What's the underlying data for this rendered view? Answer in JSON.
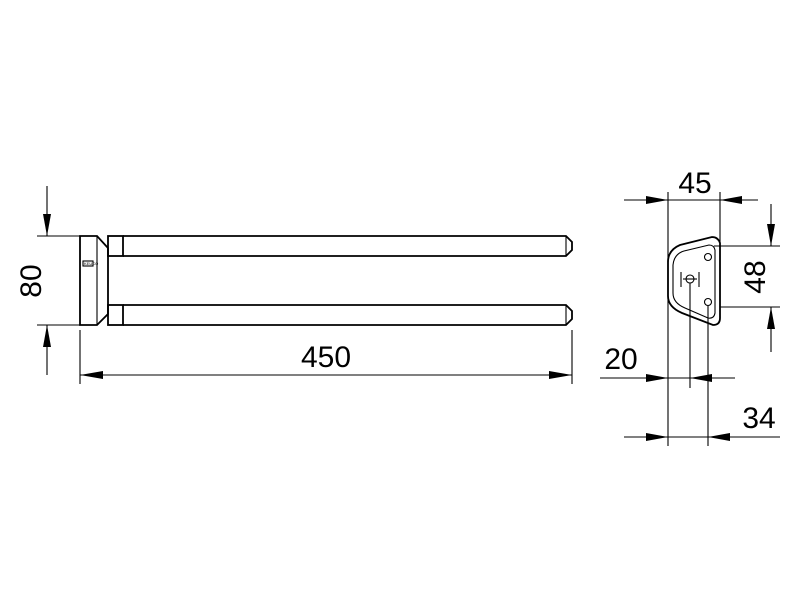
{
  "front_view": {
    "height_dim": "80",
    "width_dim": "450",
    "logo_text": "KEUCO"
  },
  "side_view": {
    "width_dim": "45",
    "height_dim": "48",
    "offset_dim_a": "20",
    "offset_dim_b": "34"
  }
}
